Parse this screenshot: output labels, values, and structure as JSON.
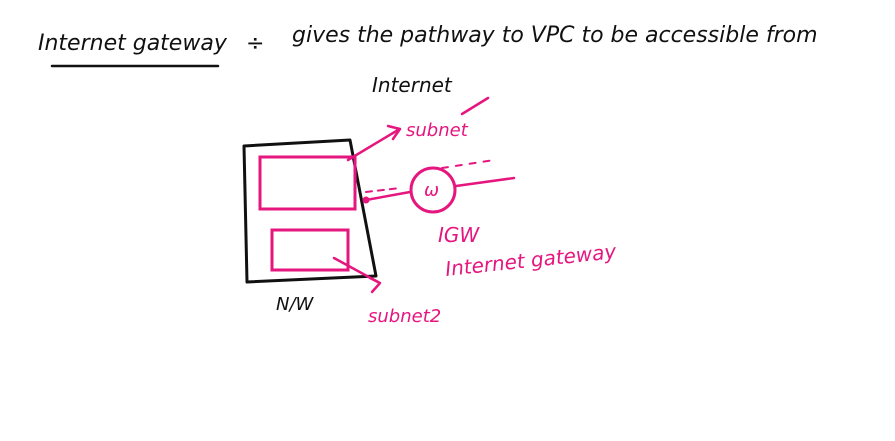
{
  "title": {
    "term": "Internet gateway",
    "separator": "÷",
    "definition": "gives the pathway to VPC to be accessible from",
    "continuation": "Internet"
  },
  "diagram": {
    "network_label": "N/W",
    "subnet1_label": "subnet",
    "subnet2_label": "subnet2",
    "igw_abbrev": "IGW",
    "igw_full": "Internet gateway",
    "igw_symbol": "ω"
  },
  "colors": {
    "ink": "#111111",
    "accent": "#e6167f"
  },
  "icons": {
    "igw": "gateway-circle-icon"
  }
}
